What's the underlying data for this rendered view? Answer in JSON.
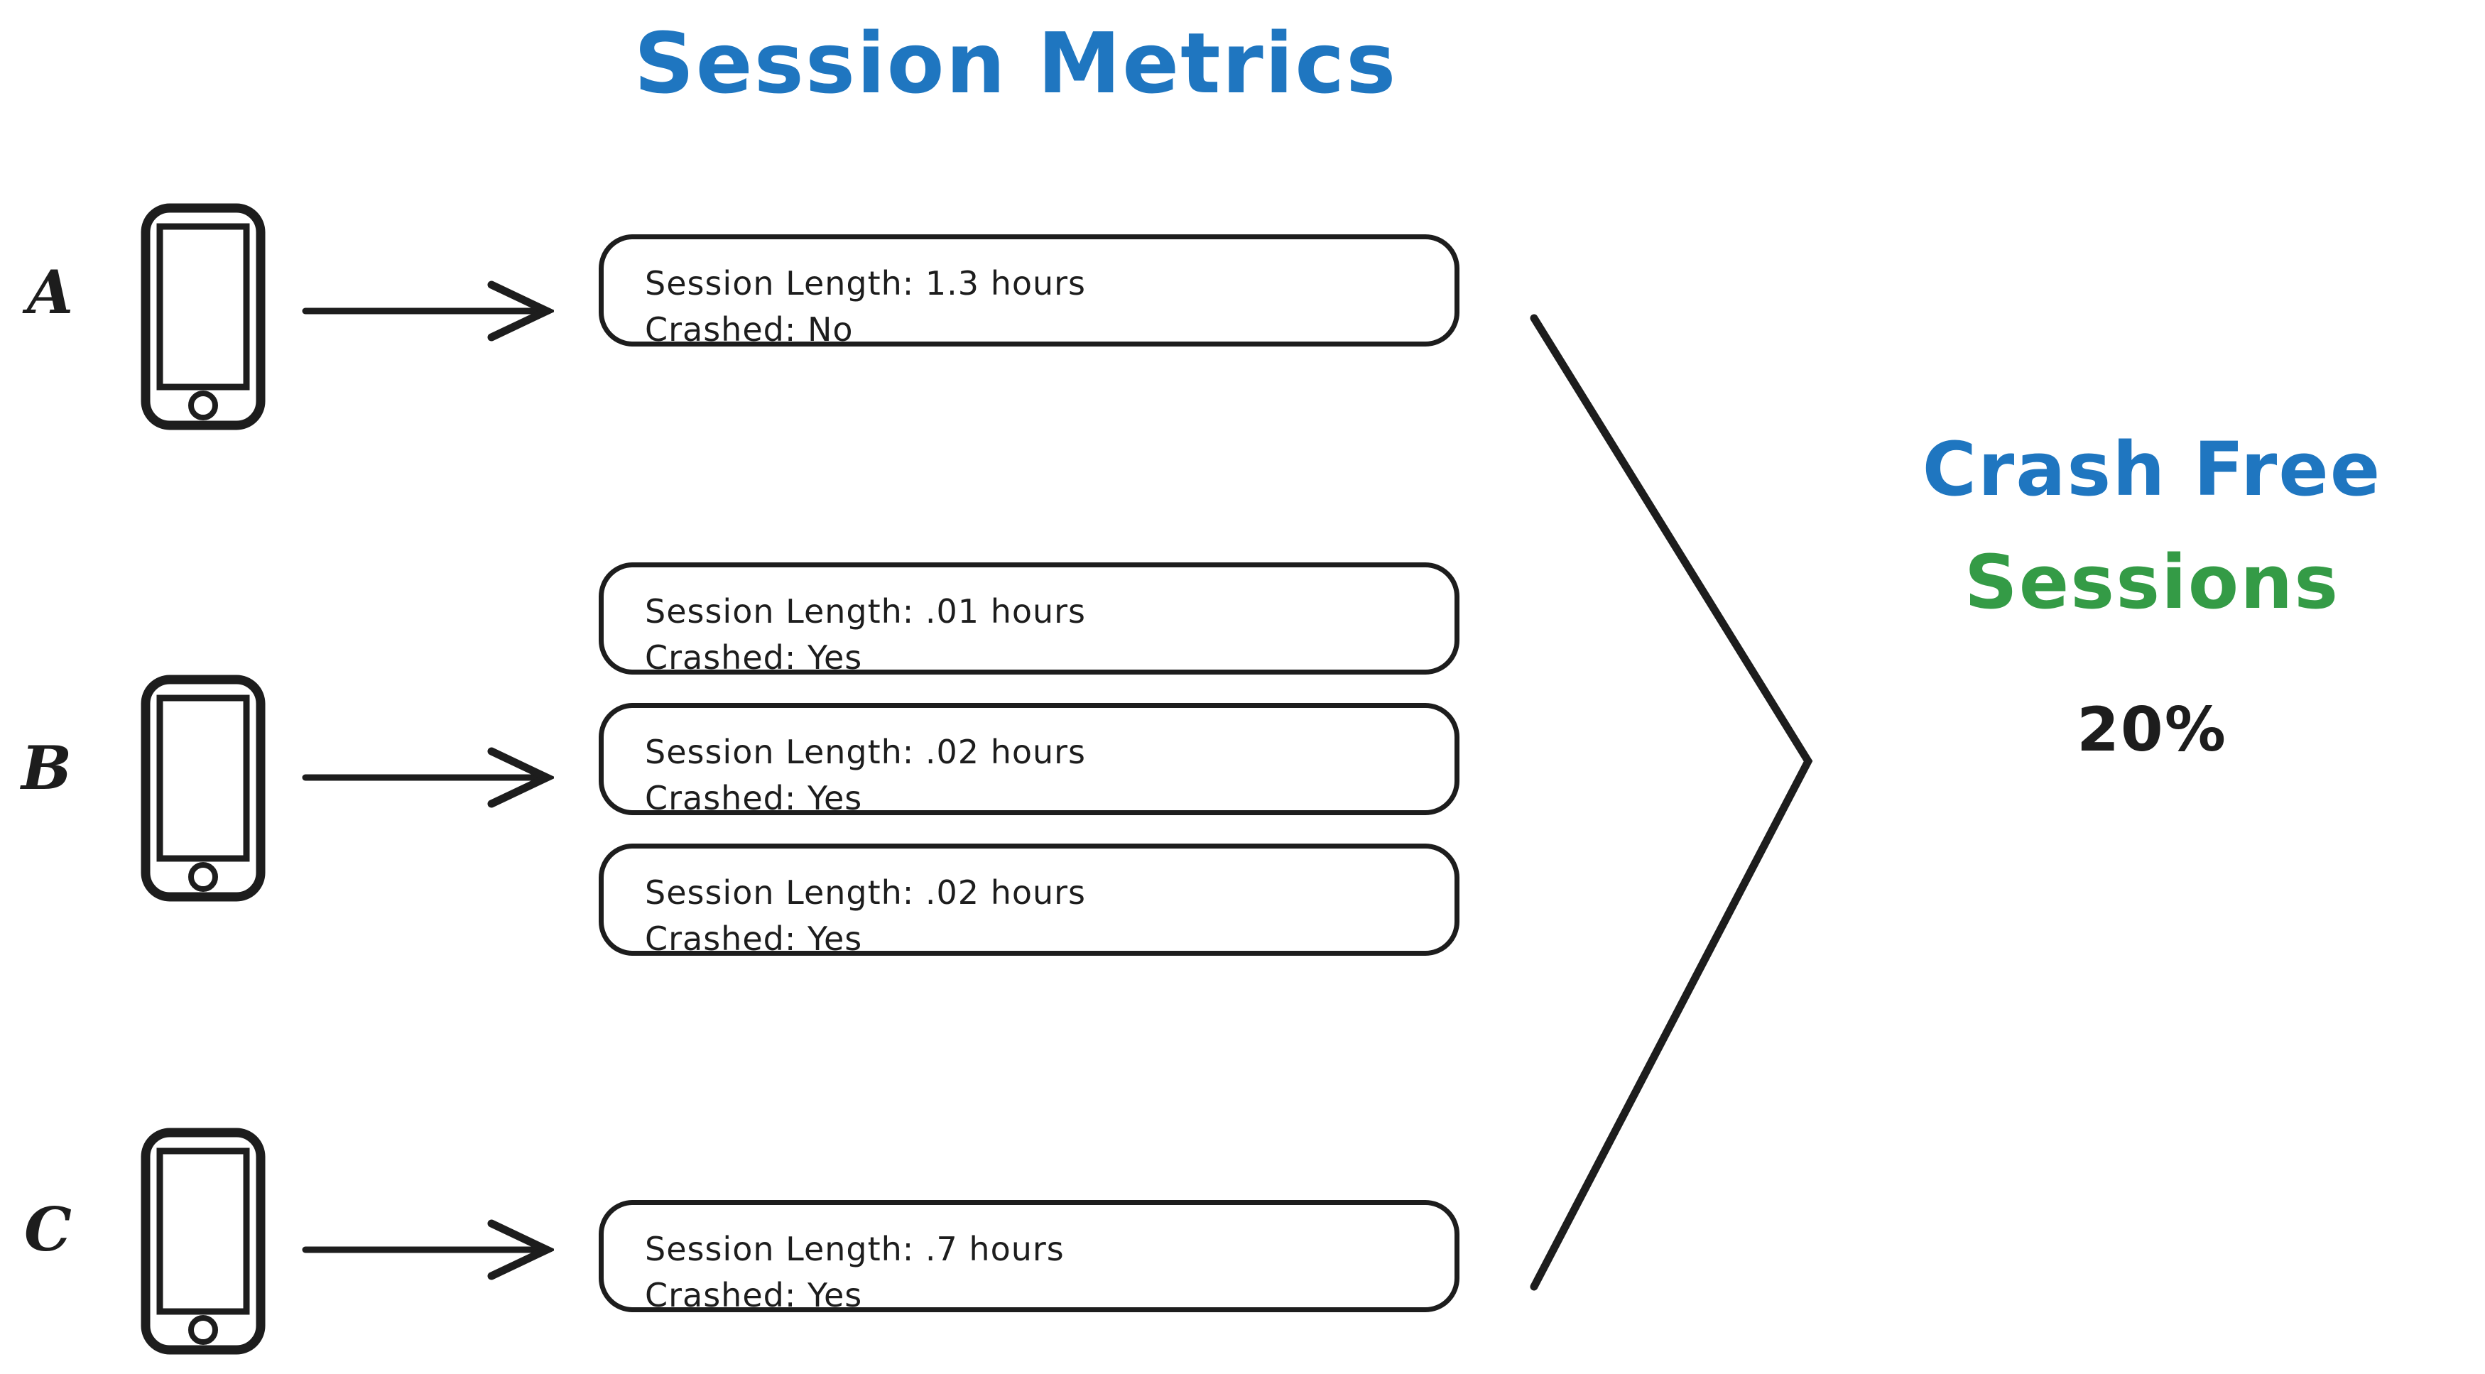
{
  "title": "Session Metrics",
  "devices": [
    {
      "label": "A",
      "icon": "phone-icon"
    },
    {
      "label": "B",
      "icon": "phone-icon"
    },
    {
      "label": "C",
      "icon": "phone-icon"
    }
  ],
  "arrows": {
    "icon": "arrow-right-icon",
    "a_label": "A to sessions",
    "b_label": "B to sessions",
    "c_label": "C to sessions"
  },
  "sessions": [
    {
      "device": "A",
      "length_line": "Session Length: 1.3 hours",
      "crashed_line": "Crashed: No",
      "length_hours": 1.3,
      "crashed": "No"
    },
    {
      "device": "B",
      "length_line": "Session Length: .01 hours",
      "crashed_line": "Crashed: Yes",
      "length_hours": 0.01,
      "crashed": "Yes"
    },
    {
      "device": "B",
      "length_line": "Session Length: .02 hours",
      "crashed_line": "Crashed: Yes",
      "length_hours": 0.02,
      "crashed": "Yes"
    },
    {
      "device": "B",
      "length_line": "Session Length: .02 hours",
      "crashed_line": "Crashed: Yes",
      "length_hours": 0.02,
      "crashed": "Yes"
    },
    {
      "device": "C",
      "length_line": "Session Length: .7 hours",
      "crashed_line": "Crashed: Yes",
      "length_hours": 0.7,
      "crashed": "Yes"
    }
  ],
  "result": {
    "line_1": "Crash Free",
    "line_2": "Sessions",
    "value": "20%"
  },
  "bracket": {
    "icon": "converging-bracket-icon"
  },
  "colors": {
    "blue": "#1f76c0",
    "green": "#349b46",
    "ink": "#1d1d1d",
    "background": "#ffffff"
  }
}
